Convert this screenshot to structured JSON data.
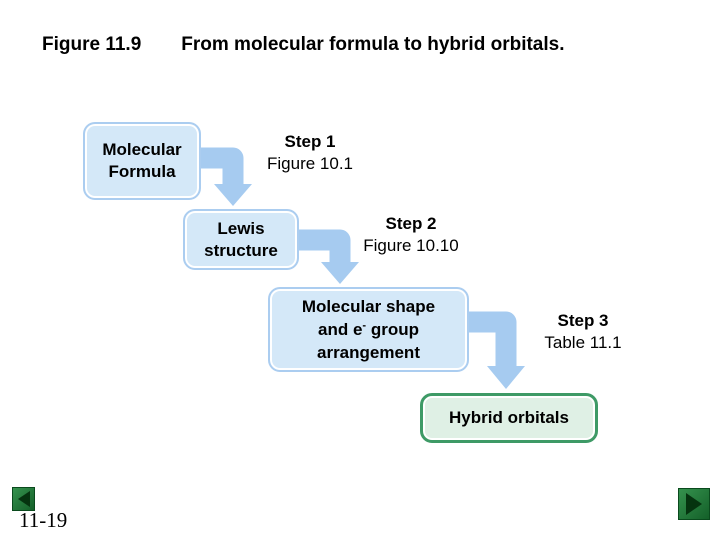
{
  "title": {
    "figure_label": "Figure 11.9",
    "text": "From molecular formula to hybrid orbitals."
  },
  "flowchart": {
    "boxes": {
      "molecular_formula": {
        "line1": "Molecular",
        "line2": "Formula"
      },
      "lewis_structure": {
        "line1": "Lewis",
        "line2": "structure"
      },
      "molecular_shape": {
        "line1": "Molecular shape",
        "line2_pre": "and e",
        "line2_sup": "-",
        "line2_post": " group",
        "line3": "arrangement"
      },
      "hybrid_orbitals": {
        "label": "Hybrid orbitals"
      }
    },
    "steps": [
      {
        "label": "Step 1",
        "ref": "Figure 10.1"
      },
      {
        "label": "Step 2",
        "ref": "Figure 10.10"
      },
      {
        "label": "Step 3",
        "ref": "Table 11.1"
      }
    ]
  },
  "footer": {
    "slide_number": "11-19"
  },
  "icons": {
    "prev": "previous-arrow-icon",
    "next": "next-arrow-icon",
    "flow_connector": "elbow-down-arrow-icon"
  },
  "colors": {
    "background": "#ffffff",
    "box_fill": "#d4e8f8",
    "box_border": "#abcdf0",
    "arrow": "#a6cbf0",
    "green_fill": "#dff0e5",
    "green_border": "#3e9a66",
    "nav_green_light": "#35924e",
    "nav_green_dark": "#146029",
    "nav_triangle": "#05330f",
    "text": "#000000"
  }
}
